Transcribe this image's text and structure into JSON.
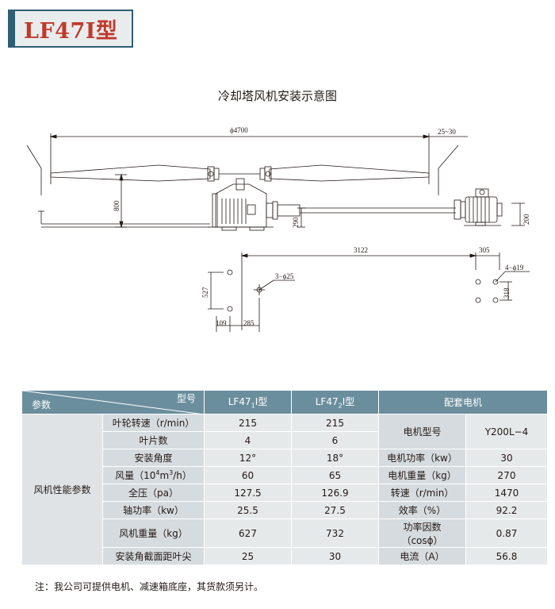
{
  "header": {
    "title": "LF47Ⅰ型"
  },
  "diagram": {
    "title": "冷却塔风机安装示意图",
    "dims": {
      "span": "ϕ4700",
      "clearance": "25~30",
      "height": "800",
      "shaft_h": "290",
      "motor_h": "200",
      "length": "3122",
      "motor_w": "305",
      "base_h": "527",
      "x1": "109",
      "x2": "285",
      "motor_d": "318",
      "holes_a": "3−ϕ25",
      "holes_b": "4−ϕ19"
    }
  },
  "table": {
    "header": {
      "corner_top": "型号",
      "corner_bottom": "参数",
      "model1_main": "LF47",
      "model1_sub": "1",
      "model1_suffix": "Ⅰ型",
      "model2_main": "LF47",
      "model2_sub": "2",
      "model2_suffix": "Ⅰ型",
      "motor": "配套电机"
    },
    "group_label": "风机性能参数",
    "rows": [
      {
        "param": "叶轮转速（r/min）",
        "v1": "215",
        "v2": "215",
        "mlabel": "电机型号",
        "mval": "Y200L−4"
      },
      {
        "param": "叶片数",
        "v1": "4",
        "v2": "6"
      },
      {
        "param": "安装角度",
        "v1": "12°",
        "v2": "18°",
        "mlabel": "电机功率（kw）",
        "mval": "30"
      },
      {
        "param_pre": "风量（10",
        "param_sup": "4",
        "param_mid": "m",
        "param_sup2": "3",
        "param_post": "/h）",
        "v1": "60",
        "v2": "65",
        "mlabel": "电机重量（kg）",
        "mval": "270"
      },
      {
        "param": "全压（pa）",
        "v1": "127.5",
        "v2": "126.9",
        "mlabel": "转速（r/min）",
        "mval": "1470"
      },
      {
        "param": "轴功率（kw）",
        "v1": "25.5",
        "v2": "27.5",
        "mlabel": "效率（%）",
        "mval": "92.2"
      },
      {
        "param": "风机重量（kg）",
        "v1": "627",
        "v2": "732",
        "mlabel_1": "功率因数",
        "mlabel_2": "（cosϕ）",
        "mval": "0.87"
      },
      {
        "param": "安装角截面距叶尖",
        "v1": "25",
        "v2": "30",
        "mlabel": "电流（A）",
        "mval": "56.8"
      }
    ]
  },
  "note": "注：我公司可提供电机、减速箱底座，其货款须另计。",
  "colors": {
    "badge_border": "#2e5f73",
    "badge_text": "#c0392b",
    "header_bg": "#6b8e9d",
    "cell_bg": "#e6e9ea"
  }
}
